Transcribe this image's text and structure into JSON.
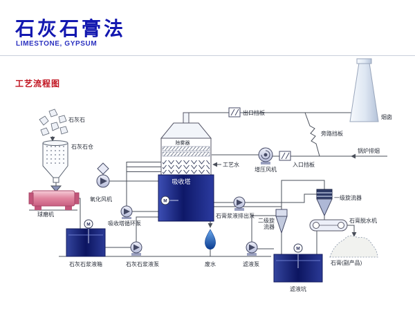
{
  "header": {
    "title": "石灰石膏法",
    "subtitle": "LIMESTONE, GYPSUM"
  },
  "section_title": "工艺流程图",
  "labels": {
    "limestone": "石灰石",
    "limestone_silo": "石灰石仓",
    "ball_mill": "球磨机",
    "oxidation_fan": "氧化风机",
    "circulation_pump": "吸收塔循环泵",
    "slurry_tank": "石灰石浆液箱",
    "slurry_pump": "石灰石浆液泵",
    "demister": "除雾器",
    "absorption_tower": "吸收塔",
    "process_water": "工艺水",
    "outlet_damper": "出口挡板",
    "bypass_damper": "旁路挡板",
    "inlet_damper": "入口挡板",
    "booster_fan": "增压风机",
    "boiler_flue": "锅炉排烟",
    "chimney": "烟囱",
    "discharge_pump": "石膏浆液排出泵",
    "secondary_cyclone_l1": "二级旋",
    "secondary_cyclone_l2": "流器",
    "primary_cyclone": "一级旋流器",
    "dewatering_machine": "石膏脱水机",
    "gypsum_byproduct": "石膏(副产品)",
    "wastewater": "废水",
    "filtrate_pump": "滤液泵",
    "filtrate_pit": "滤液坑",
    "motor": "M"
  },
  "colors": {
    "title_blue": "#1318b0",
    "section_red": "#c0121e",
    "vessel_blue_dark": "#0c1560",
    "vessel_blue_light": "#3c4eb4",
    "mill_pink": "#e0849e",
    "pipe_line": "#4a4f5a"
  }
}
